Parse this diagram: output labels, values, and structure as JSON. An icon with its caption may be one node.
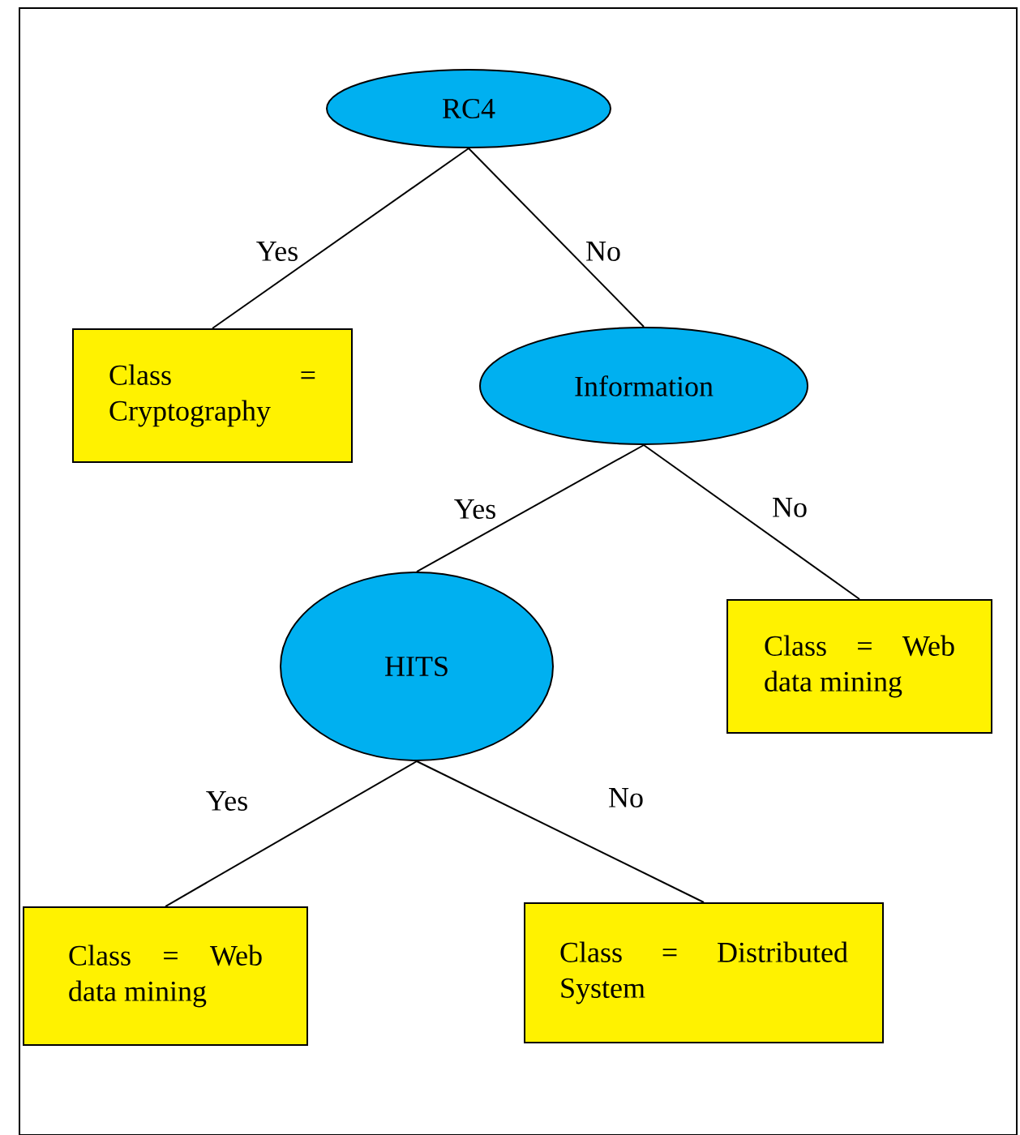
{
  "diagram": {
    "nodes": [
      {
        "text": [
          "RC4"
        ]
      },
      {
        "text": [
          "Class = Cryptography"
        ]
      },
      {
        "text": [
          "Information"
        ]
      },
      {
        "text": [
          "Class = Web data mining"
        ]
      },
      {
        "text": [
          "HITS"
        ]
      },
      {
        "text": [
          "Class = Web data mining"
        ]
      },
      {
        "text": [
          "Class = Distributed System"
        ]
      }
    ],
    "edges": [
      {
        "from": 0,
        "to": 1,
        "arrow": "none",
        "label": "Yes"
      },
      {
        "from": 0,
        "to": 2,
        "arrow": "none",
        "label": "No"
      },
      {
        "from": 2,
        "to": 4,
        "arrow": "none",
        "label": "Yes"
      },
      {
        "from": 2,
        "to": 3,
        "arrow": "none",
        "label": "No"
      },
      {
        "from": 4,
        "to": 5,
        "arrow": "none",
        "label": "Yes"
      },
      {
        "from": 4,
        "to": 6,
        "arrow": "none",
        "label": "No"
      }
    ]
  }
}
